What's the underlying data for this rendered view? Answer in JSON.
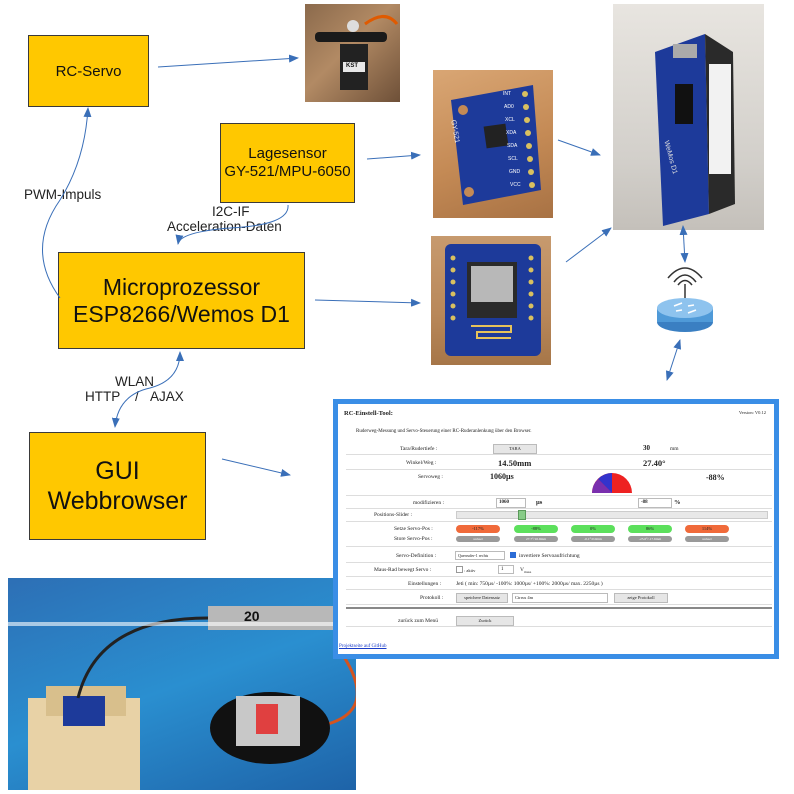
{
  "boxes": {
    "rc_servo": "RC-Servo",
    "lagesensor_l1": "Lagesensor",
    "lagesensor_l2": "GY-521/MPU-6050",
    "micro_l1": "Microprozessor",
    "micro_l2": "ESP8266/Wemos D1",
    "gui_l1": "GUI",
    "gui_l2": "Webbrowser"
  },
  "labels": {
    "pwm": "PWM-Impuls",
    "i2c": "I2C-IF",
    "accel": "Acceleration-Daten",
    "wlan": "WLAN",
    "http": "HTTP",
    "slash": "/",
    "ajax": "AJAX"
  },
  "photos": {
    "servo_brand": "KST",
    "sensor_chip": "GY-521",
    "sensor_pins": [
      "INT",
      "AD0",
      "XCL",
      "XDA",
      "SDA",
      "SCL",
      "GND",
      "VCC"
    ],
    "wemos_brand": "WeMos D1",
    "workbench_label": "20"
  },
  "panel": {
    "title": "RC-Einstell-Tool:",
    "version": "Version: V0.12",
    "subtitle": "Ruderweg-Messung und Servo-Steuerung einer RC-Ruderanlenkung über den Browser.",
    "tara_label": "Tara/Rudertiefe :",
    "tara_button": "TARA",
    "tara_value": "30",
    "tara_unit": "mm",
    "winkel_label": "Winkel/Weg :",
    "weg_value": "14.50mm",
    "winkel_value": "27.40°",
    "servoweg_label": "Servoweg :",
    "servoweg_us": "1060µs",
    "servoweg_pct": "-88%",
    "mod_label": "modifizieren :",
    "mod_value": "1060",
    "mod_unit": "µs",
    "mod_pct": "-88",
    "mod_pct_unit": "%",
    "slider_label": "Positions-Slider :",
    "setze_label": "Setze Servo-Pos :",
    "store_label": "Store Servo-Pos :",
    "setze_buttons": [
      "-117%",
      "-88%",
      "0%",
      "86%",
      "114%"
    ],
    "store_buttons": [
      "unbeel",
      "27.7°/16.9mm",
      "-0.1°/0.0mm",
      "-25.6°/-17.6mm",
      "unbeel"
    ],
    "def_label": "Servo-Definition :",
    "def_select": "Querruder-1 rechts",
    "def_check": "invertiere Servoaufrichtung",
    "maus_label": "Maus-Rad bewegt Servo :",
    "maus_aktiv": ": aktiv",
    "maus_value": "1",
    "maus_unit": "V",
    "maus_sub": "muss",
    "einst_label": "Einstellungen :",
    "einst_value": "Jeti ( min: 750µs/ -100%: 1000µs/ +100%: 2000µs/ max. 2250µs )",
    "prot_label": "Protokoll :",
    "prot_save": "speichere Datensatz",
    "prot_field": "Cirrus 4m",
    "prot_show": "zeige Protokoll",
    "back_label": "zurück zum Menü",
    "back_button": "Zurück",
    "github_link": "Projektseite auf GitHub"
  },
  "colors": {
    "box_fill": "#ffc800",
    "arrow": "#3a6fb8",
    "panel_border": "#3a8ee6",
    "pill_red": "#f06a3a",
    "pill_green": "#5ce05c",
    "pie_blue": "#3333cc",
    "pie_red": "#ee2222"
  }
}
